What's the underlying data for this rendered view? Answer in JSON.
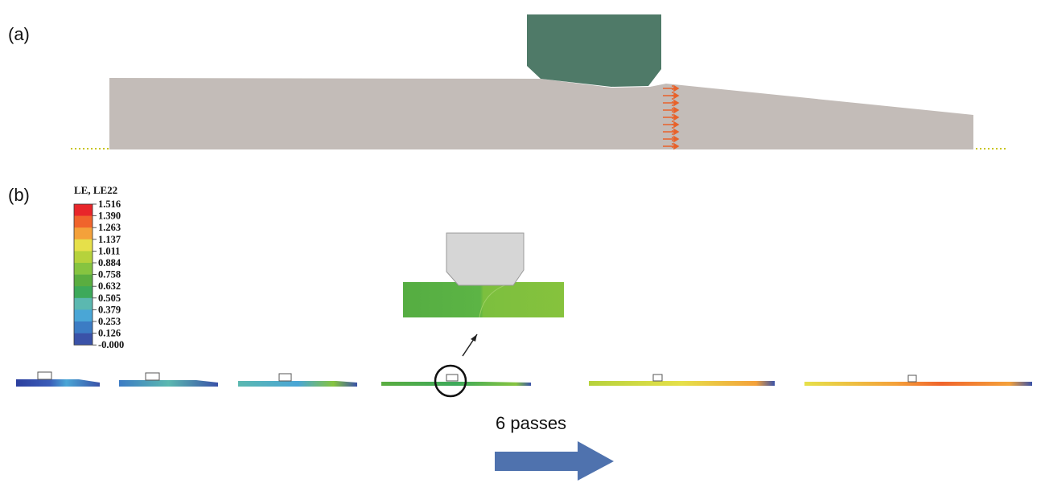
{
  "panels": {
    "a": {
      "label": "(a)"
    },
    "b": {
      "label": "(b)"
    }
  },
  "legend": {
    "title": "LE, LE22",
    "values": [
      "1.516",
      "1.390",
      "1.263",
      "1.137",
      "1.011",
      "0.884",
      "0.758",
      "0.632",
      "0.505",
      "0.379",
      "0.253",
      "0.126",
      "-0.000"
    ],
    "colors": [
      "#e8262a",
      "#f0642c",
      "#f4a13a",
      "#e6e04a",
      "#b6d23c",
      "#86c440",
      "#5aad40",
      "#3da95a",
      "#5bb8b0",
      "#4aa6d6",
      "#3c7cc4",
      "#3a52a8"
    ]
  },
  "annotation": {
    "passes_label": "6 passes"
  },
  "colors": {
    "roller": "#4f7a68",
    "workpiece": "#c3bcb8",
    "force_arrows": "#e8622a",
    "ground_line": "#c7c400",
    "direction_arrow": "#4f72ae",
    "zoom_roller": "#d6d6d6",
    "zoom_plate": "#5fb648"
  }
}
